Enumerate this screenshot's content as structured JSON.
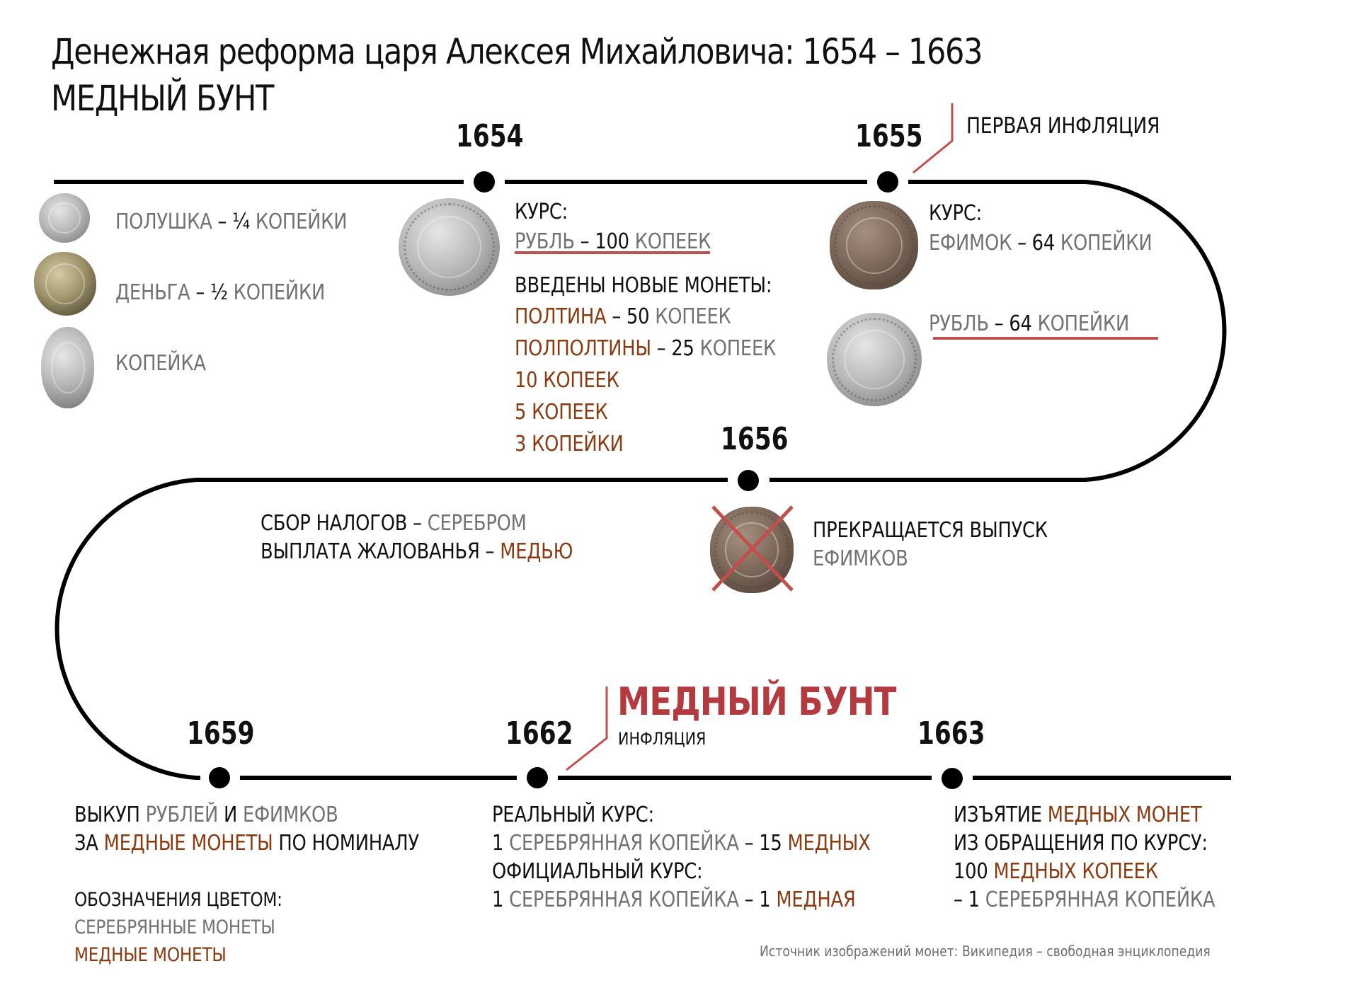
{
  "title": {
    "line1": "Денежная реформа царя Алексея Михайловича: 1654 – 1663",
    "line2": "МЕДНЫЙ БУНТ"
  },
  "colors": {
    "silver": "#727272",
    "copper": "#8b3a10",
    "accent_red": "#b33a3f",
    "underline_red": "#c0504d",
    "text": "#111111"
  },
  "timeline": {
    "years": [
      "1654",
      "1655",
      "1656",
      "1659",
      "1662",
      "1663"
    ]
  },
  "pre_reform": {
    "coins": [
      {
        "name": "ПОЛУШКА",
        "sep": " – ",
        "value": "¼",
        "unit": " КОПЕЙКИ"
      },
      {
        "name": "ДЕНЬГА",
        "sep": " – ",
        "value": "½",
        "unit": " КОПЕЙКИ"
      },
      {
        "name": "КОПЕЙКА"
      }
    ]
  },
  "y1654": {
    "year": "1654",
    "rate_label": "КУРС:",
    "rate": {
      "a": "РУБЛЬ",
      "sep": " – 100 ",
      "b": "КОПЕЕК"
    },
    "new_coins_label": "ВВЕДЕНЫ НОВЫЕ МОНЕТЫ:",
    "new_coins": [
      {
        "name": "ПОЛТИНА",
        "sep": " – 50 ",
        "unit": "КОПЕЕК"
      },
      {
        "name": "ПОЛПОЛТИНЫ",
        "sep": " – 25 ",
        "unit": "КОПЕЕК"
      },
      {
        "name": "10 КОПЕЕК"
      },
      {
        "name": "5 КОПЕЕК"
      },
      {
        "name": "3 КОПЕЙКИ"
      }
    ]
  },
  "y1655": {
    "year": "1655",
    "callout": "ПЕРВАЯ ИНФЛЯЦИЯ",
    "rate_label": "КУРС:",
    "efimok": {
      "a": "ЕФИМОК",
      "sep": " – 64 ",
      "b": "КОПЕЙКИ"
    },
    "ruble": {
      "a": "РУБЛЬ",
      "sep": " – 64 ",
      "b": "КОПЕЙКИ"
    }
  },
  "y1656": {
    "year": "1656",
    "taxes": {
      "a": "СБОР НАЛОГОВ",
      "sep": " – ",
      "b": "СЕРЕБРОМ"
    },
    "salary": {
      "a": "ВЫПЛАТА ЖАЛОВАНЬЯ",
      "sep": " – ",
      "b": "МЕДЬЮ"
    },
    "stop_line1": "ПРЕКРАЩАЕТСЯ ВЫПУСК",
    "stop_line2": "ЕФИМКОВ"
  },
  "y1659": {
    "year": "1659",
    "l1": {
      "a": "ВЫКУП ",
      "b": "РУБЛЕЙ",
      "c": " И ",
      "d": "ЕФИМКОВ"
    },
    "l2": {
      "a": "ЗА ",
      "b": "МЕДНЫЕ МОНЕТЫ",
      "c": " ПО НОМИНАЛУ"
    }
  },
  "legend": {
    "title": "ОБОЗНАЧЕНИЯ ЦВЕТОМ:",
    "silver": "СЕРЕБРЯННЫЕ МОНЕТЫ",
    "copper": "МЕДНЫЕ МОНЕТЫ"
  },
  "y1662": {
    "year": "1662",
    "riot_title": "МЕДНЫЙ БУНТ",
    "riot_sub": "ИНФЛЯЦИЯ",
    "real_label": "РЕАЛЬНЫЙ КУРС:",
    "real": {
      "a": "1 ",
      "b": "СЕРЕБРЯННАЯ КОПЕЙКА",
      "c": " – 15 ",
      "d": "МЕДНЫХ"
    },
    "official_label": "ОФИЦИАЛЬНЫЙ КУРС:",
    "official": {
      "a": "1 ",
      "b": "СЕРЕБРЯННАЯ КОПЕЙКА",
      "c": " – 1 ",
      "d": "МЕДНАЯ"
    }
  },
  "y1663": {
    "year": "1663",
    "l1": {
      "a": "ИЗЪЯТИЕ ",
      "b": "МЕДНЫХ МОНЕТ"
    },
    "l2": "ИЗ ОБРАЩЕНИЯ ПО КУРСУ:",
    "l3": {
      "a": "100 ",
      "b": "МЕДНЫХ КОПЕЕК"
    },
    "l4": {
      "a": "– 1 ",
      "b": "СЕРЕБРЯННАЯ КОПЕЙКА"
    }
  },
  "source": "Источник изображений монет: Википедия – свободная энциклопедия"
}
